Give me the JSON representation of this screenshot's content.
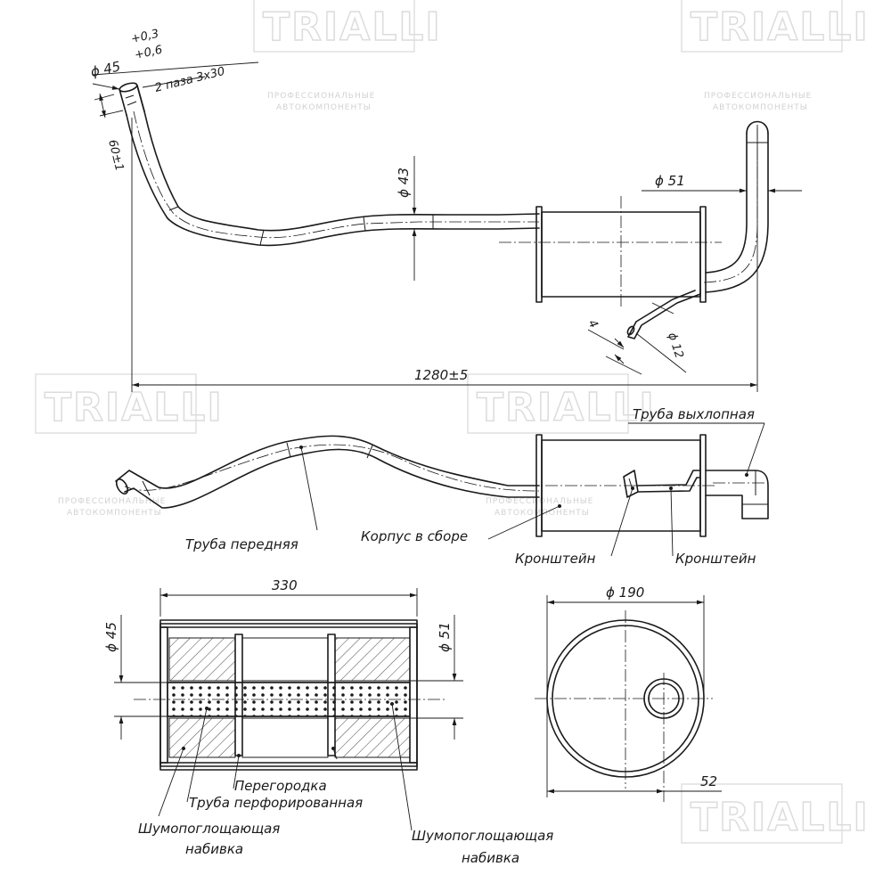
{
  "brand": {
    "logo_text": "TRIALLI",
    "tagline_1": "ПРОФЕССИОНАЛЬНЫЕ",
    "tagline_2": "АВТОКОМПОНЕНТЫ"
  },
  "dimensions": {
    "inlet_diameter": "ϕ 45",
    "inlet_tol_upper": "+0,3",
    "inlet_tol_lower": "+0,6",
    "slots": "2 паза 3x30",
    "inlet_length": "60±1",
    "pipe_diameter": "ϕ 43",
    "tail_diameter": "ϕ 51",
    "bracket_thickness": "4",
    "bracket_hole": "ϕ 12",
    "overall_length": "1280±5",
    "section_length": "330",
    "section_inlet_diameter": "ϕ 45",
    "section_outlet_diameter": "ϕ 51",
    "body_diameter": "ϕ 190",
    "outlet_offset": "52"
  },
  "labels": {
    "tail_pipe": "Труба выхлопная",
    "front_pipe": "Труба передняя",
    "body": "Корпус в сборе",
    "bracket_1": "Кронштейн",
    "bracket_2": "Кронштейн",
    "baffle": "Перегородка",
    "perforated_pipe": "Труба перфорированная",
    "packing_left_1": "Шумопоглощающая",
    "packing_left_2": "набивка",
    "packing_right_1": "Шумопоглощающая",
    "packing_right_2": "набивка"
  }
}
